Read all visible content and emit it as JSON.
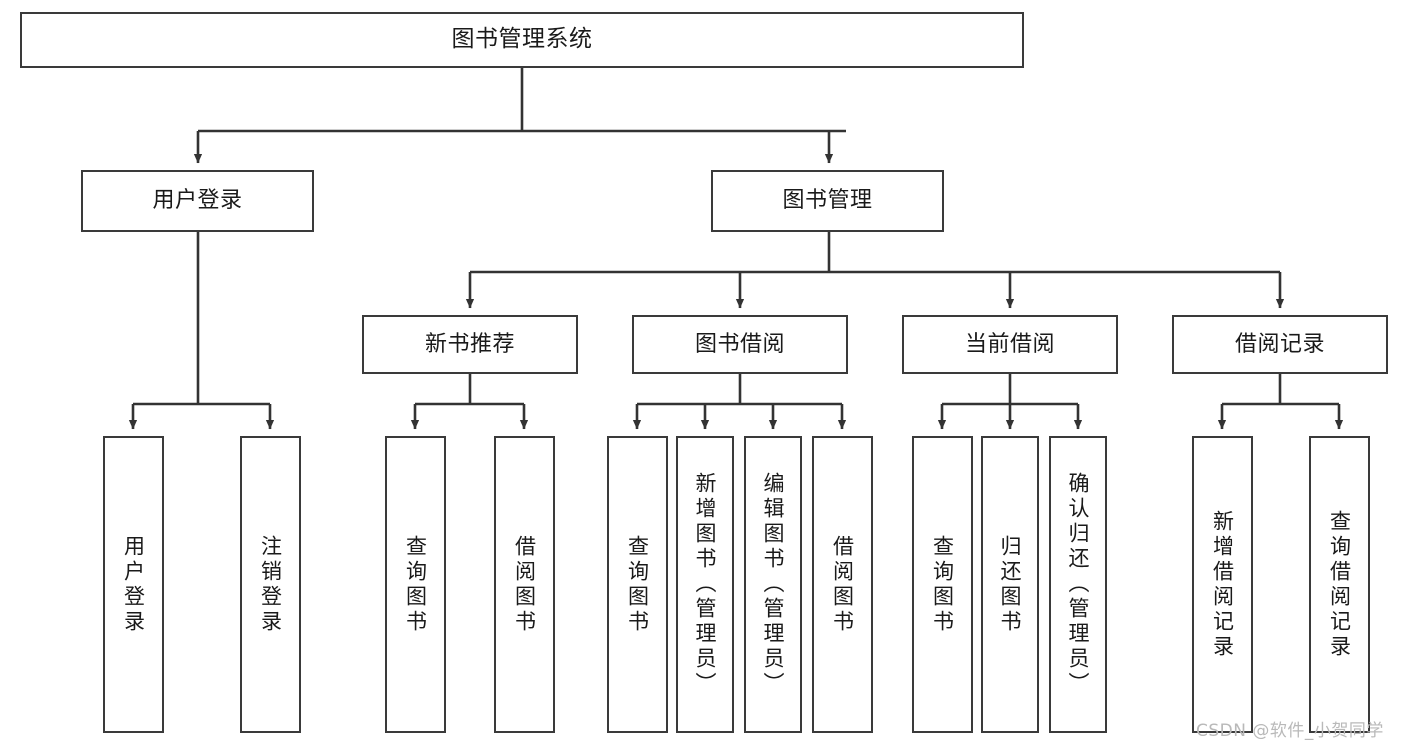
{
  "diagram": {
    "title": "图书管理系统",
    "type": "tree-hierarchy",
    "watermark": "CSDN @软件_小贺同学",
    "colors": {
      "box_border": "#3a3a3a",
      "box_fill": "#ffffff",
      "connector": "#333333",
      "text": "#1a1a1a",
      "watermark": "#b9b9b9"
    },
    "nodes": {
      "root": {
        "label": "图书管理系统"
      },
      "level2": [
        {
          "id": "user-login",
          "label": "用户登录"
        },
        {
          "id": "book-management",
          "label": "图书管理"
        }
      ],
      "level3": [
        {
          "id": "new-book-recommend",
          "label": "新书推荐"
        },
        {
          "id": "book-borrow",
          "label": "图书借阅"
        },
        {
          "id": "current-borrow",
          "label": "当前借阅"
        },
        {
          "id": "borrow-record",
          "label": "借阅记录"
        }
      ],
      "leaves": {
        "user_login": [
          {
            "id": "leaf-user-login",
            "label": "用户登录"
          },
          {
            "id": "leaf-logout-login",
            "label": "注销登录"
          }
        ],
        "new_book_recommend": [
          {
            "id": "leaf-query-book-1",
            "label": "查询图书"
          },
          {
            "id": "leaf-borrow-book-1",
            "label": "借阅图书"
          }
        ],
        "book_borrow": [
          {
            "id": "leaf-query-book-2",
            "label": "查询图书"
          },
          {
            "id": "leaf-add-book",
            "label": "新增图书（管理员）"
          },
          {
            "id": "leaf-edit-book",
            "label": "编辑图书（管理员）"
          },
          {
            "id": "leaf-borrow-book-2",
            "label": "借阅图书"
          }
        ],
        "current_borrow": [
          {
            "id": "leaf-query-book-3",
            "label": "查询图书"
          },
          {
            "id": "leaf-return-book",
            "label": "归还图书"
          },
          {
            "id": "leaf-confirm-return",
            "label": "确认归还（管理员）"
          }
        ],
        "borrow_record": [
          {
            "id": "leaf-add-record",
            "label": "新增借阅记录"
          },
          {
            "id": "leaf-query-record",
            "label": "查询借阅记录"
          }
        ]
      }
    }
  }
}
